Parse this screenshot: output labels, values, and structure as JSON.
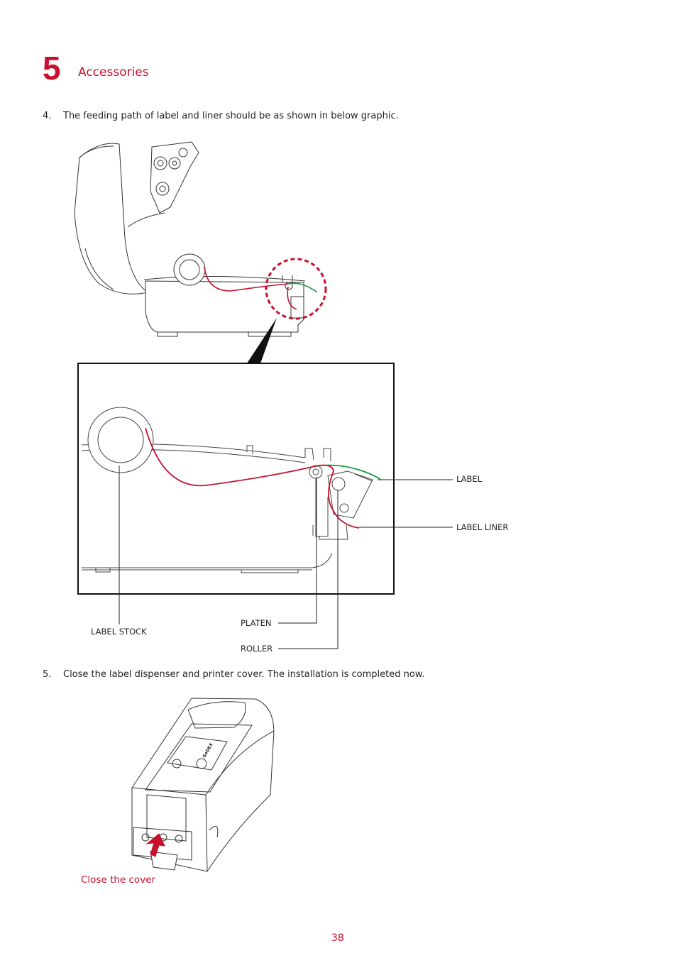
{
  "chapter": {
    "number": "5",
    "title": "Accessories"
  },
  "steps": [
    {
      "num": "4.",
      "text": "The feeding path of label and liner should be as shown in below graphic."
    },
    {
      "num": "5.",
      "text": "Close the label dispenser and printer cover. The installation is completed now."
    }
  ],
  "callouts": {
    "label": "LABEL",
    "label_liner": "LABEL LINER",
    "label_stock": "LABEL STOCK",
    "platen": "PLATEN",
    "roller": "ROLLER"
  },
  "printer_logo": "GoDEX",
  "caption": "Close the cover",
  "page_number": "38",
  "colors": {
    "accent": "#c8102e",
    "label_path": "#1a9b45",
    "liner_path": "#c8102e"
  }
}
